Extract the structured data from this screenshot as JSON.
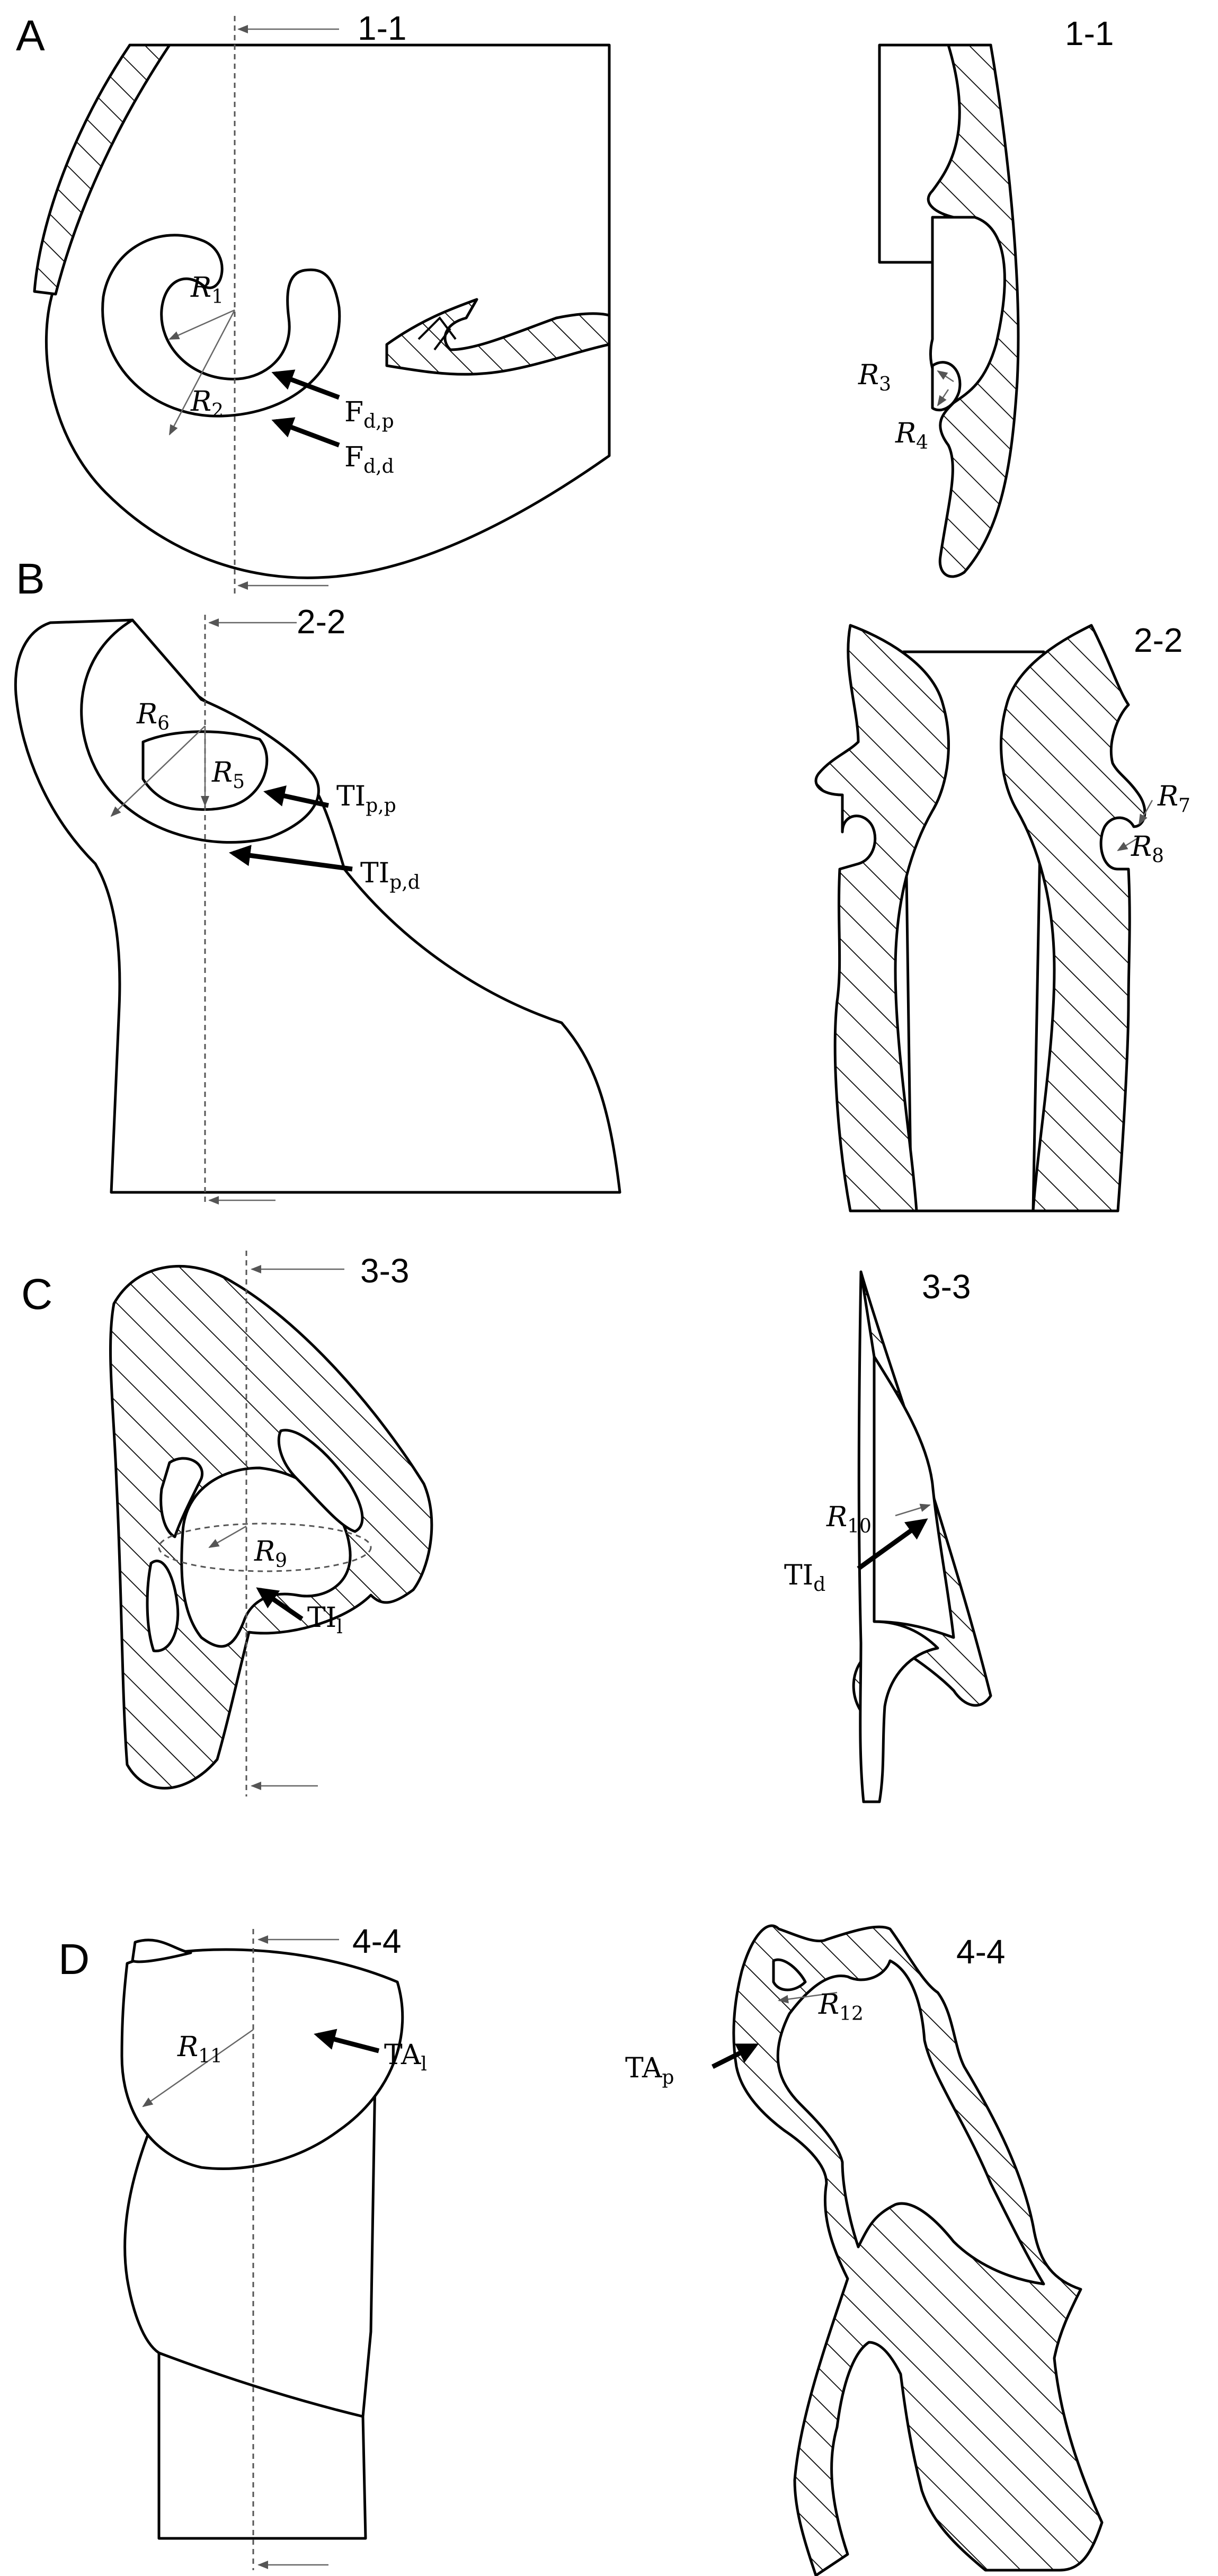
{
  "panels": [
    {
      "letter": "A",
      "left_section": "1-1",
      "right_section": "1-1",
      "labels": {
        "r1": "R",
        "r1_sub": "1",
        "r2": "R",
        "r2_sub": "2",
        "r3": "R",
        "r3_sub": "3",
        "r4": "R",
        "r4_sub": "4",
        "f1": "F",
        "f1_sub": "d,p",
        "f2": "F",
        "f2_sub": "d,d"
      }
    },
    {
      "letter": "B",
      "left_section": "2-2",
      "right_section": "2-2",
      "labels": {
        "r5": "R",
        "r5_sub": "5",
        "r6": "R",
        "r6_sub": "6",
        "r7": "R",
        "r7_sub": "7",
        "r8": "R",
        "r8_sub": "8",
        "t1": "TI",
        "t1_sub": "p,p",
        "t2": "TI",
        "t2_sub": "p,d"
      }
    },
    {
      "letter": "C",
      "left_section": "3-3",
      "right_section": "3-3",
      "labels": {
        "r9": "R",
        "r9_sub": "9",
        "r10": "R",
        "r10_sub": "10",
        "t1": "TI",
        "t1_sub": "l",
        "t2": "TI",
        "t2_sub": "d"
      }
    },
    {
      "letter": "D",
      "left_section": "4-4",
      "right_section": "4-4",
      "labels": {
        "r11": "R",
        "r11_sub": "11",
        "r12": "R",
        "r12_sub": "12",
        "t1": "TA",
        "t1_sub": "l",
        "t2": "TA",
        "t2_sub": "p"
      }
    }
  ]
}
